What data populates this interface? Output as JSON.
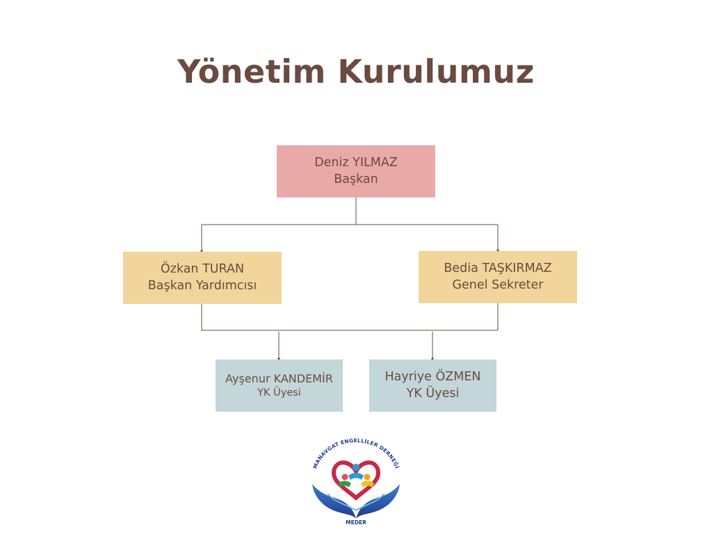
{
  "title": "Yönetim Kurulumuz",
  "org": {
    "chief": {
      "name": "Deniz YILMAZ",
      "role": "Başkan"
    },
    "vice": {
      "name": "Özkan TURAN",
      "role": "Başkan Yardımcısı"
    },
    "sec": {
      "name": "Bedia TAŞKIRMAZ",
      "role": "Genel Sekreter"
    },
    "member1": {
      "name": "Ayşenur KANDEMİR",
      "role": "YK Üyesi"
    },
    "member2": {
      "name": "Hayriye ÖZMEN",
      "role": "YK Üyesi"
    }
  },
  "logo": {
    "arc_text": "MANAVGAT ENGELLİLER DERNEĞİ",
    "short_name": "MEDER"
  },
  "colors": {
    "title": "#6b4a3f",
    "chief_box": "#eaa9a9",
    "officer_box": "#f1d59a",
    "member_box": "#c3d6d9",
    "connector": "#6b4a3f"
  }
}
